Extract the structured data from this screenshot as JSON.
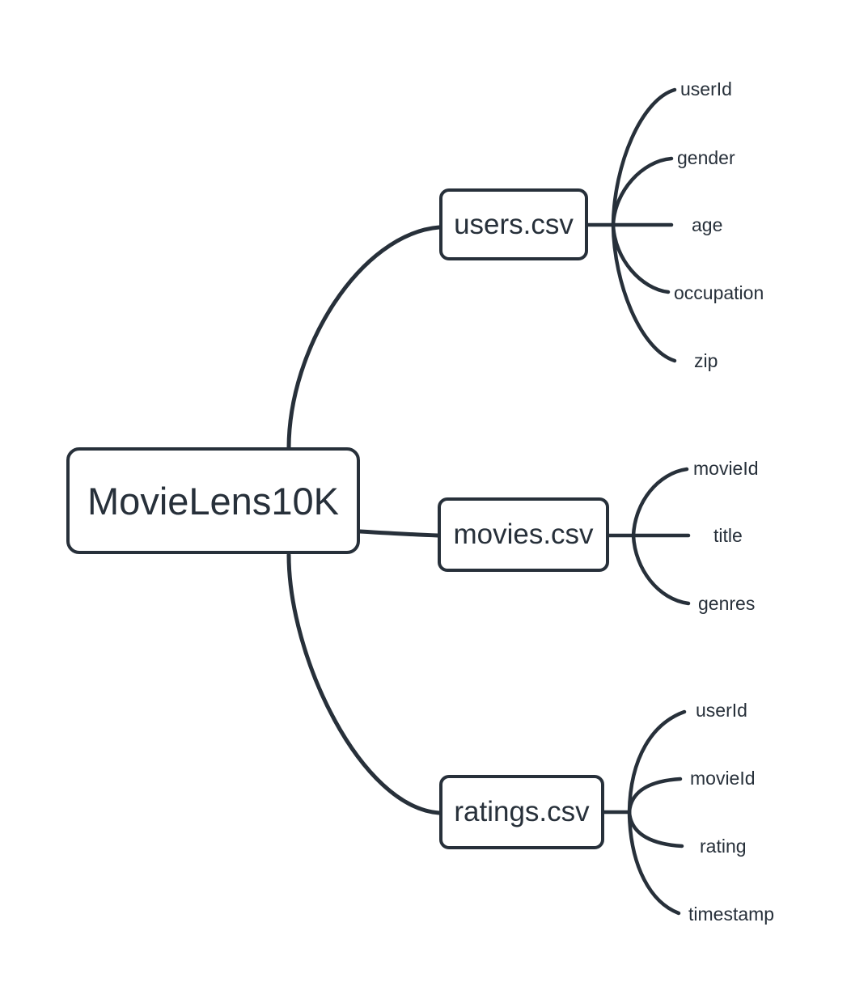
{
  "colors": {
    "ink": "#27303a",
    "background": "#ffffff"
  },
  "root": {
    "label": "MovieLens10K"
  },
  "branches": [
    {
      "label": "users.csv",
      "fields": [
        "userId",
        "gender",
        "age",
        "occupation",
        "zip"
      ]
    },
    {
      "label": "movies.csv",
      "fields": [
        "movieId",
        "title",
        "genres"
      ]
    },
    {
      "label": "ratings.csv",
      "fields": [
        "userId",
        "movieId",
        "rating",
        "timestamp"
      ]
    }
  ]
}
